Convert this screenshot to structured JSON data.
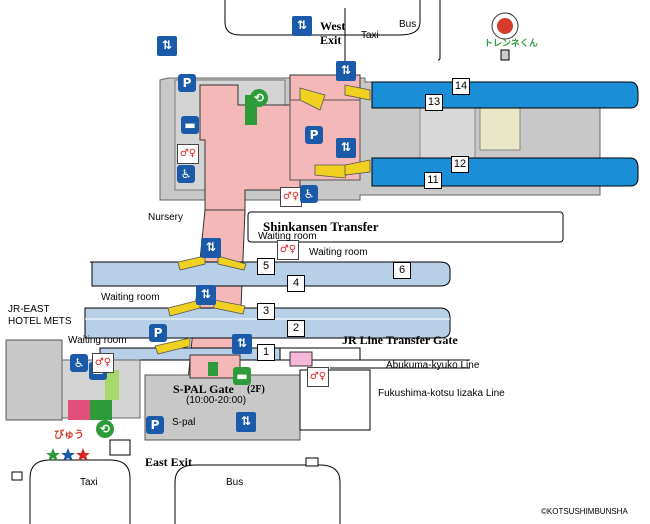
{
  "labels": {
    "west_exit_line1": "West",
    "west_exit_line2": "Exit",
    "taxi_top": "Taxi",
    "bus_top": "Bus",
    "train_mascot": "トレンネくん",
    "nursery": "Nursery",
    "shinkansen_transfer": "Shinkansen Transfer",
    "waiting_room_1": "Waiting room",
    "waiting_room_2": "Waiting room",
    "waiting_room_3": "Waiting room",
    "waiting_room_4": "Waiting room",
    "jr_east_hotel_line1": "JR-EAST",
    "jr_east_hotel_line2": "HOTEL METS",
    "jr_line_transfer_gate": "JR Line Transfer Gate",
    "abukuma_line": "Abukuma-kyuko Line",
    "fukushima_line": "Fukushima-kotsu Iizaka Line",
    "spal_gate": "S-PAL Gate",
    "spal_gate_floor": "(2F)",
    "spal_hours": "(10:00-20:00)",
    "spal": "S-pal",
    "east_exit": "East Exit",
    "taxi_bottom": "Taxi",
    "bus_bottom": "Bus",
    "viewre": "びゅう",
    "copyright": "©KOTSUSHIMBUNSHA"
  },
  "platforms": [
    "14",
    "13",
    "12",
    "11",
    "5",
    "6",
    "4",
    "3",
    "2",
    "1"
  ],
  "colors": {
    "concourse_pink": "#f5b8b8",
    "shinkansen_blue": "#1a8fd8",
    "platform_light_blue": "#b8cfe8",
    "building_gray": "#c8c8c8",
    "stairs_yellow": "#f0d020",
    "icon_blue": "#1a5aa8",
    "icon_green": "#2e9b3a"
  },
  "icons": [
    "elevator-icon",
    "parking-icon",
    "restroom-icon",
    "wheelchair-icon",
    "ticket-icon",
    "green-window-icon",
    "escalator-icon"
  ]
}
